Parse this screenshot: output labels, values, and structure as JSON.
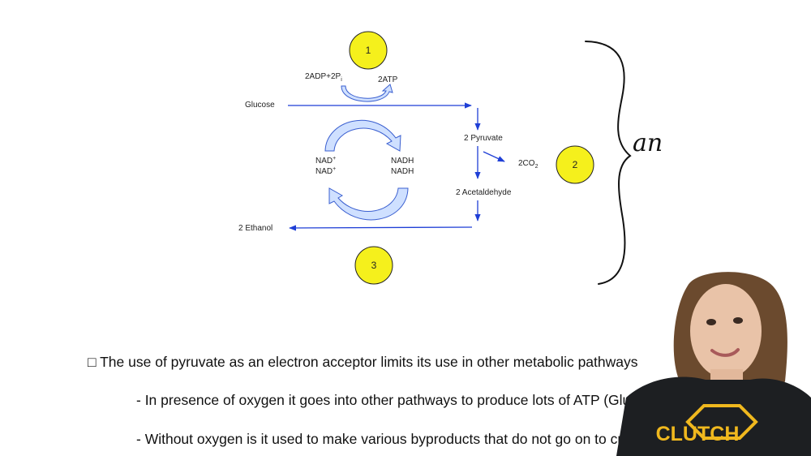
{
  "diagram": {
    "steps": [
      "1",
      "2",
      "3"
    ],
    "glucose": "Glucose",
    "adp": "2ADP+2P",
    "adp_sub": "i",
    "atp": "2ATP",
    "pyruvate": "2 Pyruvate",
    "co2": "2CO",
    "co2_sub": "2",
    "acetaldehyde": "2 Acetaldehyde",
    "ethanol": "2 Ethanol",
    "nad1": "NAD",
    "nad2": "NAD",
    "nad_sup": "+",
    "nadh1": "NADH",
    "nadh2": "NADH",
    "annotation": "an"
  },
  "bullets": {
    "main": "□ The use of pyruvate as an electron acceptor limits its use in other metabolic pathways",
    "sub1": "- In presence of oxygen it goes into other pathways to produce lots of ATP (Gluco",
    "sub2": "- Without oxygen is it used to make various byproducts that do not go on to creat"
  },
  "shirt": {
    "text": "CLUTCH"
  },
  "colors": {
    "arrow": "#1f3fd6",
    "circle_fill": "#f5f01c",
    "cycle_fill": "#cfe0ff",
    "cycle_stroke": "#3a5fd0",
    "shirt": "#1d1f22",
    "shirt_logo": "#f0b81e"
  }
}
